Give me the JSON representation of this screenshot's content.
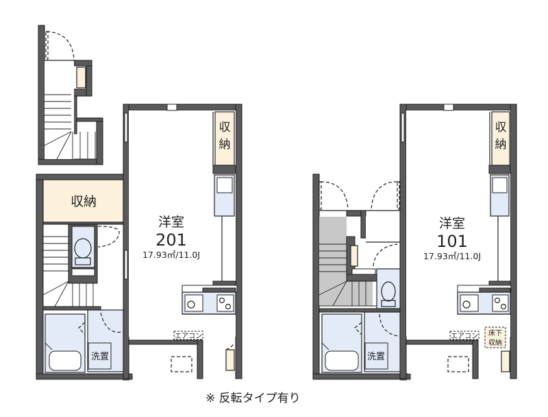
{
  "floor_plan": {
    "units": [
      {
        "id": "201",
        "room_type": "洋室",
        "room_number": "201",
        "area": "17.93㎡/11.0J",
        "storage_label": "収納",
        "closet_label_line1": "収",
        "closet_label_line2": "納",
        "washer_label": "洗置",
        "aircon_label": "エアコン"
      },
      {
        "id": "101",
        "room_type": "洋室",
        "room_number": "101",
        "area": "17.93㎡/11.0J",
        "closet_label_line1": "収",
        "closet_label_line2": "納",
        "washer_label": "洗置",
        "aircon_label": "エアコン",
        "underfloor_storage_line1": "床下",
        "underfloor_storage_line2": "収納"
      }
    ],
    "note": "※ 反転タイプ有り",
    "colors": {
      "wall": "#5a5a5c",
      "wet_area": "#e3ebf8",
      "storage": "#fbf1dd",
      "stairs": "#c8c8c8"
    }
  }
}
